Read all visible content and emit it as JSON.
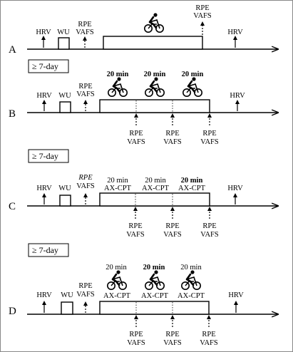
{
  "gap_label": "≥ 7-day",
  "rows": {
    "A": {
      "letter": "A",
      "pre": [
        "HRV",
        "WU"
      ],
      "rpe_pre": [
        "RPE",
        "VAFS"
      ],
      "rpe_post": [
        "RPE",
        "VAFS"
      ],
      "post": "HRV"
    },
    "B": {
      "letter": "B",
      "pre": [
        "HRV",
        "WU"
      ],
      "rpe_pre": [
        "RPE",
        "VAFS"
      ],
      "blocks": [
        "20 min",
        "20 min",
        "20 min"
      ],
      "below": [
        "RPE",
        "VAFS"
      ],
      "post": "HRV"
    },
    "C": {
      "letter": "C",
      "pre": [
        "HRV",
        "WU"
      ],
      "rpe_pre": [
        "RPE",
        "VAFS"
      ],
      "blocks": [
        "20 min",
        "20 min",
        "20 min"
      ],
      "task": "AX-CPT",
      "below": [
        "RPE",
        "VAFS"
      ],
      "post": "HRV"
    },
    "D": {
      "letter": "D",
      "pre": [
        "HRV",
        "WU"
      ],
      "rpe_pre": [
        "RPE",
        "VAFS"
      ],
      "blocks": [
        "20 min",
        "20 min",
        "20 min"
      ],
      "task": "AX-CPT",
      "below": [
        "RPE",
        "VAFS"
      ],
      "post": "HRV"
    }
  },
  "icons": {
    "cyclist": "cyclist-icon",
    "arrow": "up-arrow-icon"
  },
  "colors": {
    "ink": "#000000",
    "frame": "#888888"
  }
}
